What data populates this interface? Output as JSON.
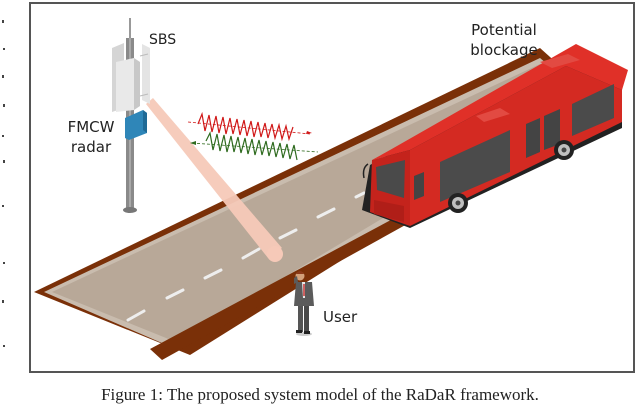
{
  "figure": {
    "labels": {
      "sbs": "SBS",
      "fmcw_line1": "FMCW",
      "fmcw_line2": "radar",
      "blockage_line1": "Potential",
      "blockage_line2": "blockage",
      "user": "User"
    },
    "caption": "Figure 1: The proposed system model of the RaDaR framework.",
    "colors": {
      "road": "#b8a898",
      "curb": "#7a3008",
      "bus_red": "#d42a22",
      "radar_box": "#2f86b8",
      "beam": "#f6c9b8",
      "tx_wave": "#d01818",
      "rx_wave": "#2f6b1f",
      "frame": "#555555"
    }
  }
}
